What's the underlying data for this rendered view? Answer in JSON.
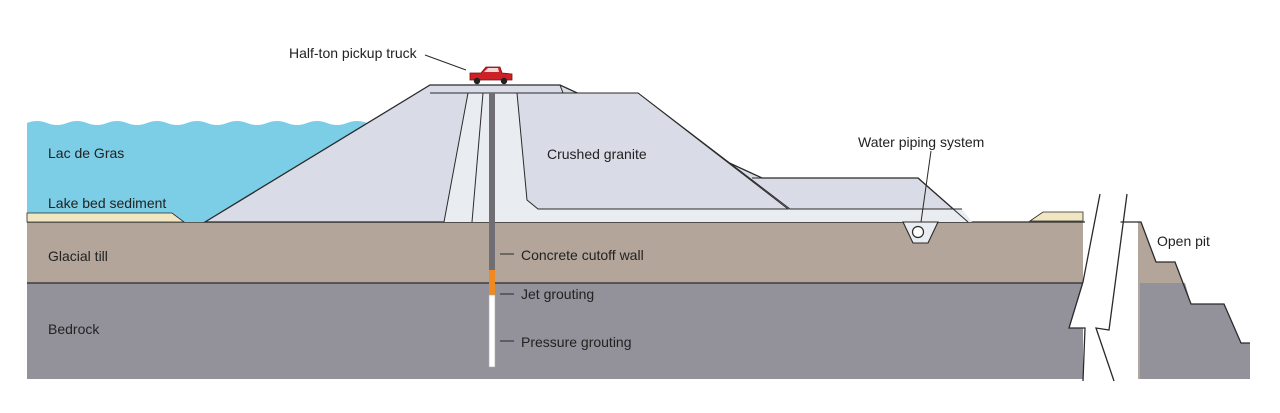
{
  "labels": {
    "lake": "Lac de Gras",
    "lake_sediment": "Lake bed sediment",
    "glacial_till": "Glacial till",
    "bedrock": "Bedrock",
    "truck": "Half-ton pickup truck",
    "crushed_granite": "Crushed granite",
    "water_piping": "Water piping system",
    "cutoff_wall": "Concrete cutoff wall",
    "jet_grouting": "Jet grouting",
    "pressure_grouting": "Pressure grouting",
    "open_pit": "Open pit"
  },
  "colors": {
    "water": "#7ccde6",
    "sediment": "#f1e6c2",
    "till": "#b3a59a",
    "bedrock": "#93929b",
    "granite": "#d9dce6",
    "core": "#e9edf1",
    "cutoff_wall": "#6e6e74",
    "jet_grout": "#ef8a22",
    "truck": "#cc2127"
  }
}
